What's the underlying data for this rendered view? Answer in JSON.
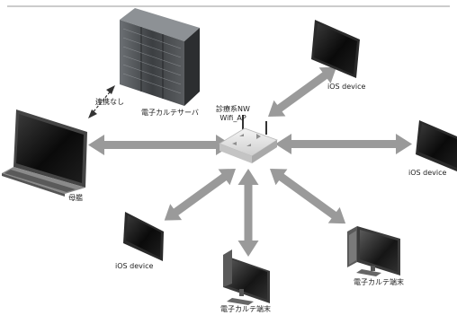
{
  "diagram": {
    "hub": {
      "label_line1": "診療系NW",
      "label_line2": "Wifi_AP"
    },
    "server": {
      "label": "電子カルテサーバ"
    },
    "link_server_laptop": {
      "label": "連携なし"
    },
    "laptop": {
      "label": "母艦"
    },
    "ios_top": {
      "label": "iOS device"
    },
    "ios_right": {
      "label": "iOS device"
    },
    "ios_left": {
      "label": "iOS device"
    },
    "terminal_bottom": {
      "label": "電子カルテ端末"
    },
    "terminal_right": {
      "label": "電子カルテ端末"
    }
  }
}
